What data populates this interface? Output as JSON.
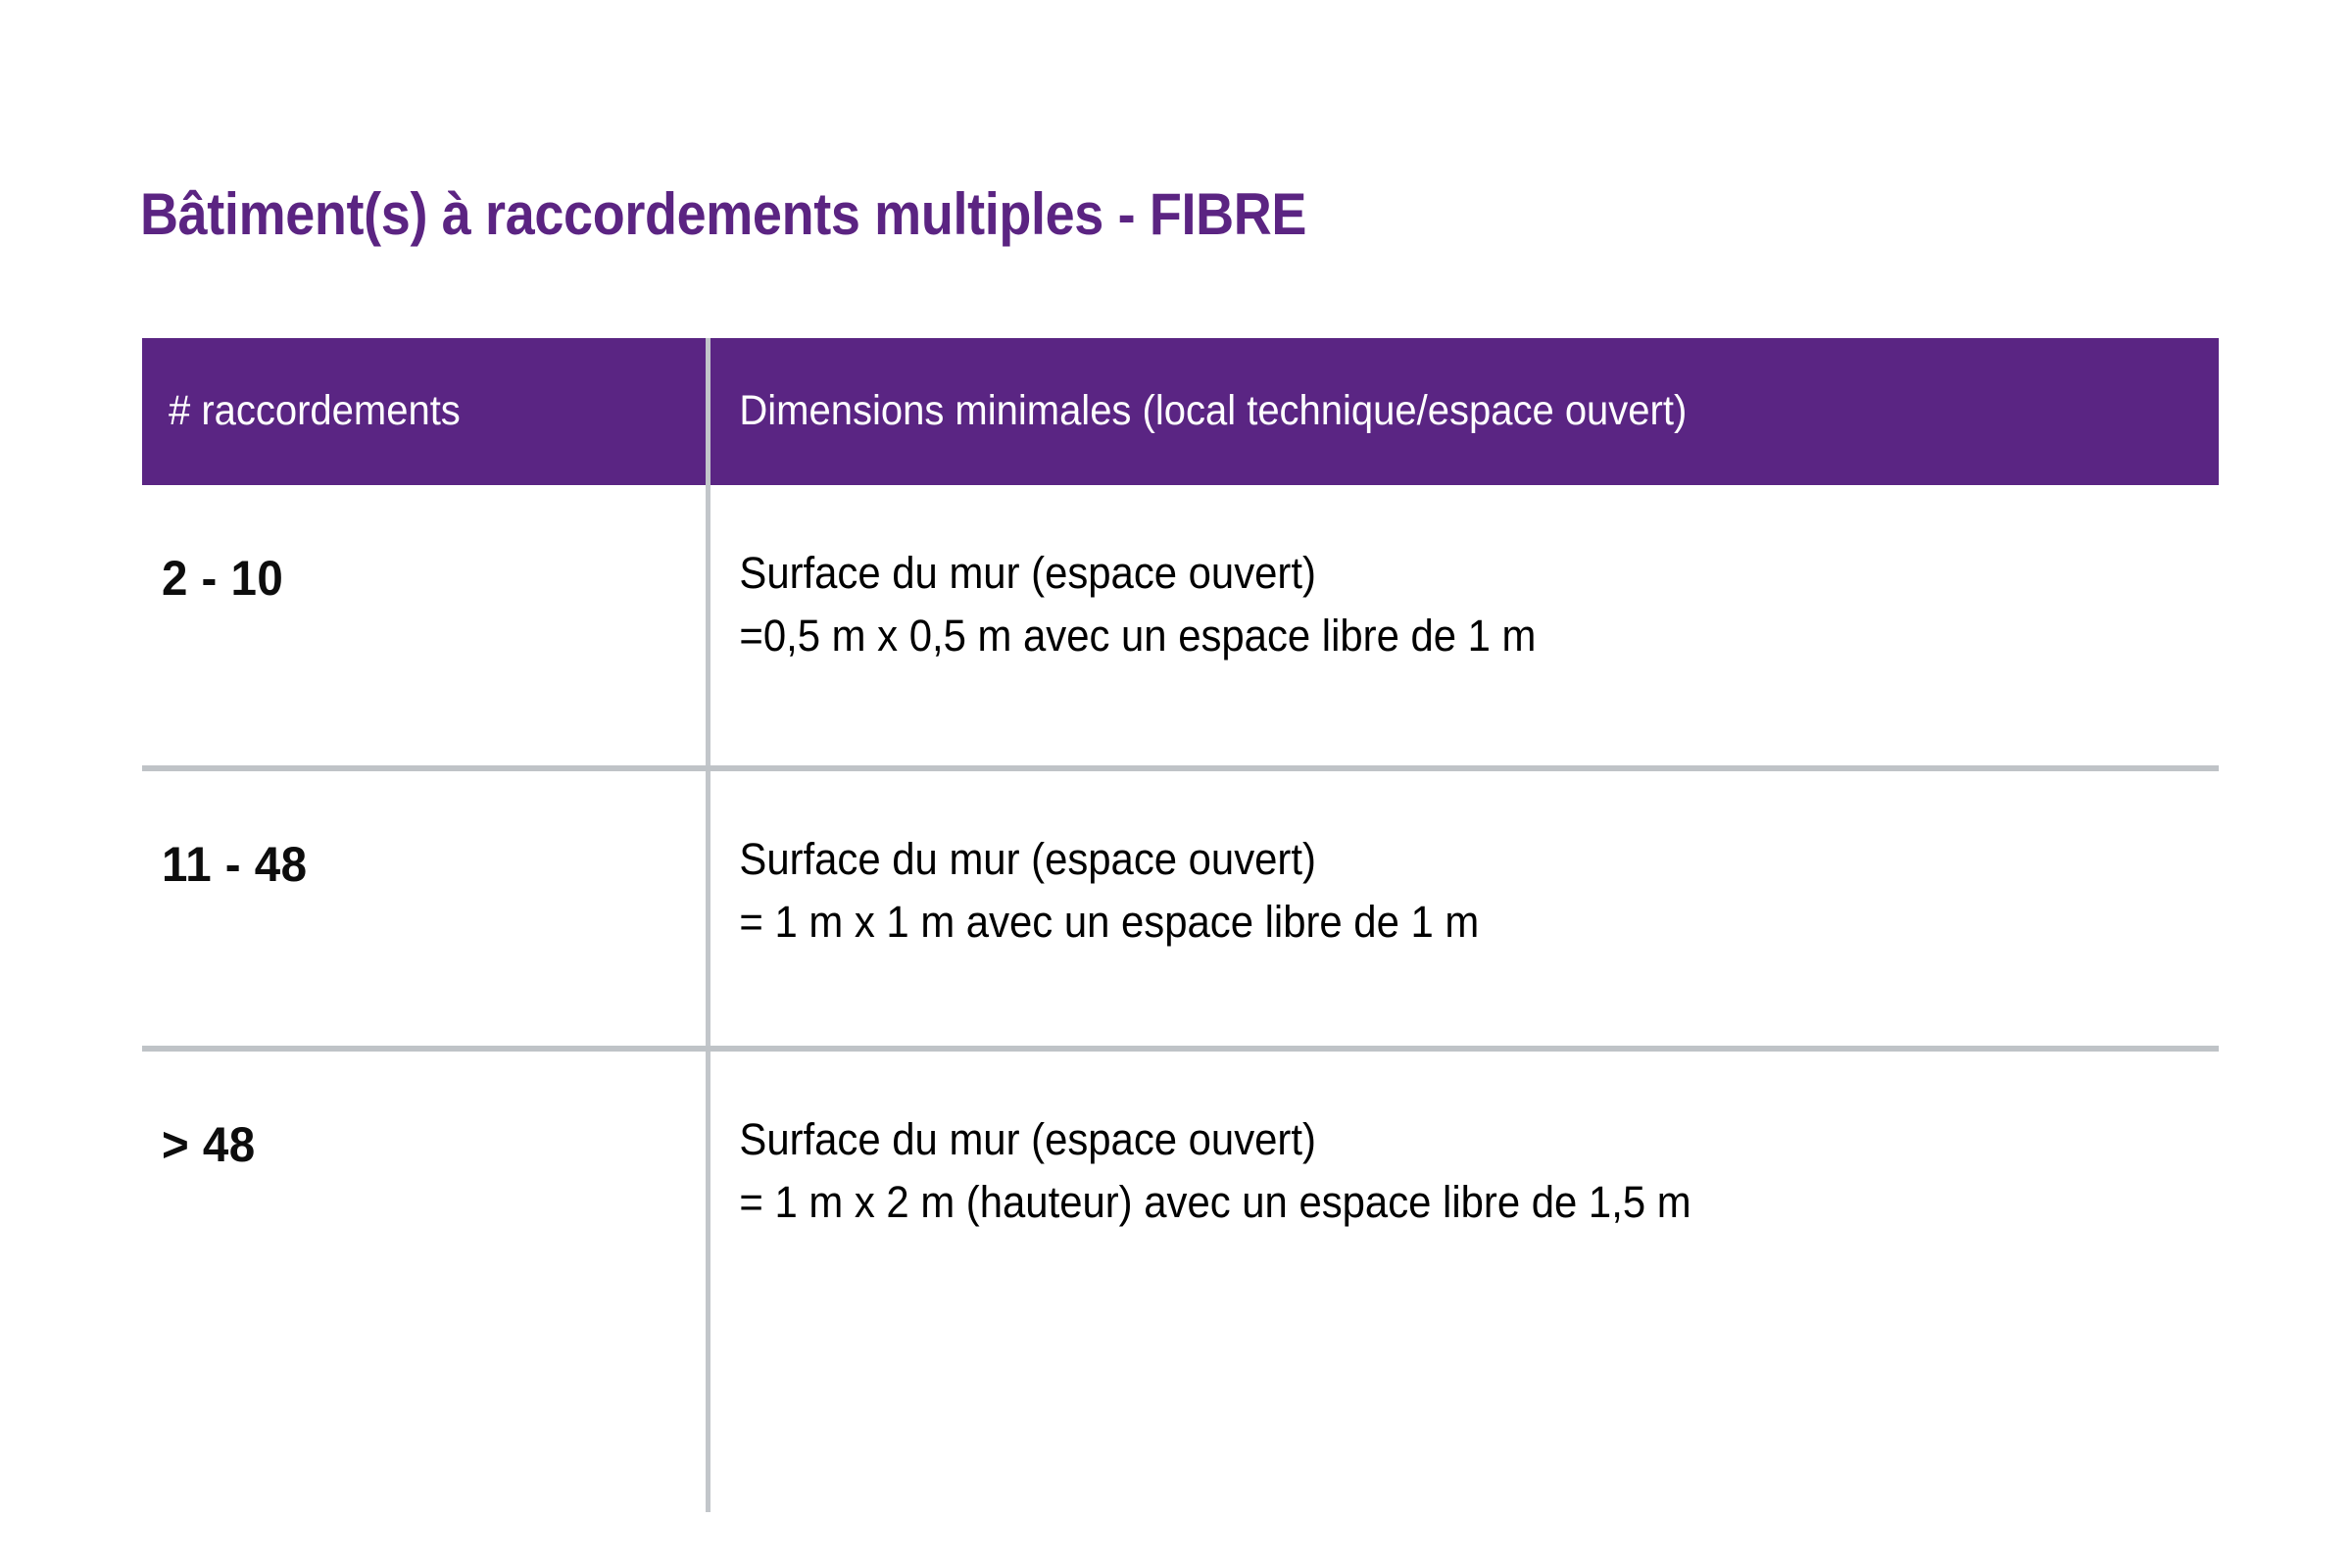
{
  "document": {
    "title": "Bâtiment(s) à raccordements multiples - FIBRE"
  },
  "colors": {
    "brand_purple": "#5A2583",
    "title_purple": "#5B2482",
    "divider_grey": "#C2C6CA",
    "text_black": "#000000",
    "header_text": "#FFFFFF",
    "background": "#FFFFFF"
  },
  "table": {
    "headers": {
      "connections": "# raccordements",
      "dimensions": "Dimensions minimales (local technique/espace ouvert)"
    },
    "rows": [
      {
        "connections": "2 - 10",
        "line1": "Surface du mur (espace ouvert)",
        "line2": "=0,5 m x 0,5 m avec un espace libre de 1 m"
      },
      {
        "connections": "11 - 48",
        "line1": "Surface du mur (espace ouvert)",
        "line2": "= 1 m x 1 m avec un espace libre de 1 m"
      },
      {
        "connections": "> 48",
        "line1": "Surface du mur (espace ouvert)",
        "line2": "= 1 m x 2 m (hauteur) avec un espace libre de 1,5 m"
      }
    ]
  }
}
